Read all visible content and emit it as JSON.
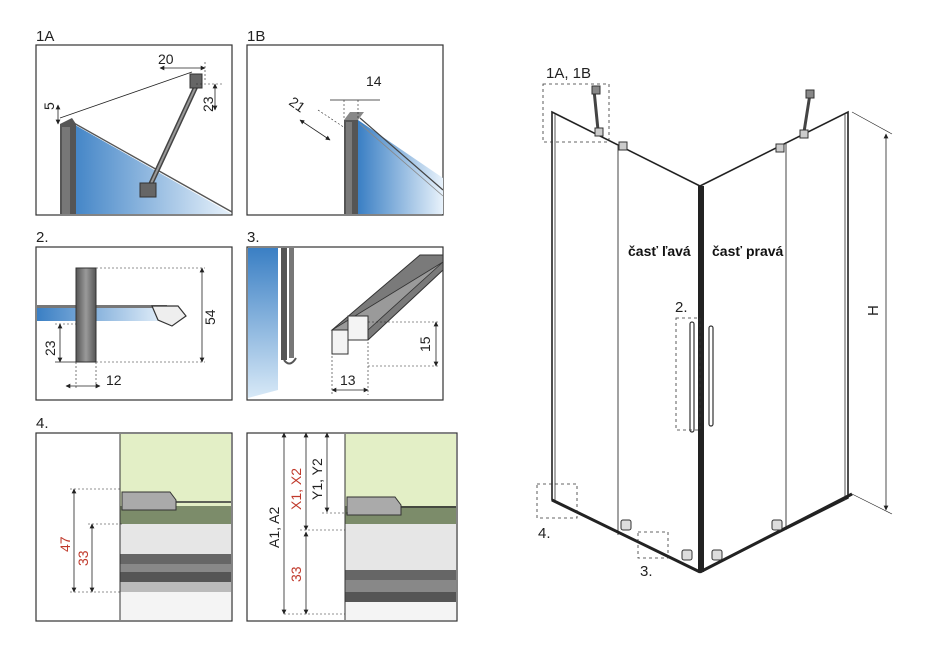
{
  "panels": {
    "p1a": "1A",
    "p1b": "1B",
    "p2": "2.",
    "p3": "3.",
    "p4": "4."
  },
  "dimensions": {
    "d1a_20": "20",
    "d1a_23": "23",
    "d1a_5": "5",
    "d1b_14": "14",
    "d1b_21": "21",
    "d2_54": "54",
    "d2_23": "23",
    "d2_12": "12",
    "d3_15": "15",
    "d3_13": "13",
    "d4_47": "47",
    "d4_33": "33",
    "d4b_a": "A1, A2",
    "d4b_x": "X1, X2",
    "d4b_y": "Y1, Y2",
    "d4b_33": "33"
  },
  "enclosure": {
    "callout_1ab": "1A, 1B",
    "callout_2": "2.",
    "callout_3": "3.",
    "callout_4": "4.",
    "left_label": "časť ľavá",
    "right_label": "časť pravá",
    "height_label": "H"
  },
  "colors": {
    "glass_dark": "#3a7fc4",
    "glass_light": "#cfe4f7",
    "wall_green": "#e3efc6",
    "frame_gray": "#666666",
    "red_dim": "#c0392b"
  }
}
